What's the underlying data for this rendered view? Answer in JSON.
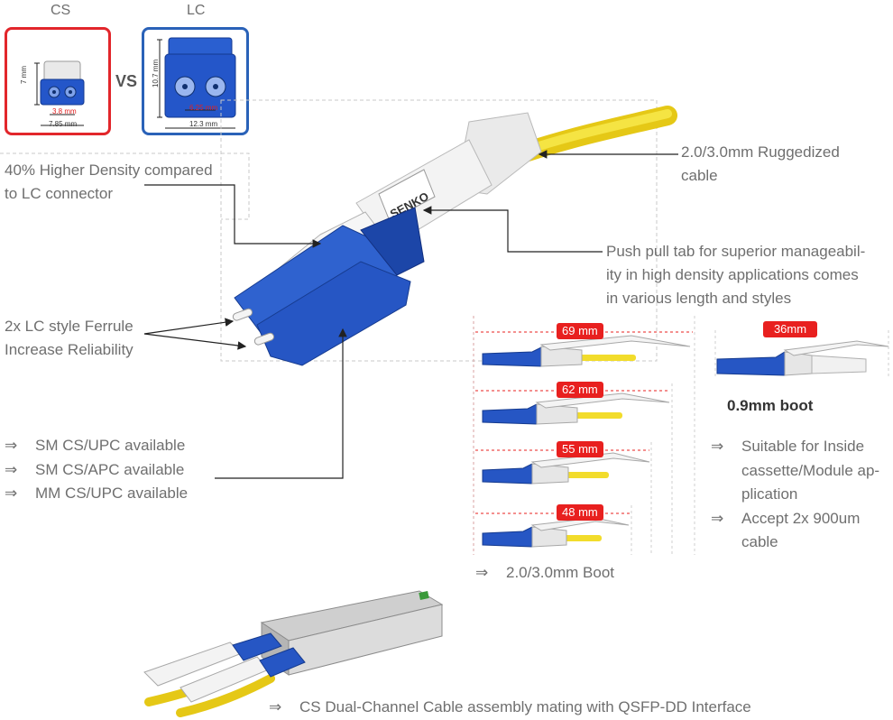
{
  "comparison": {
    "cs_title": "CS",
    "lc_title": "LC",
    "vs": "VS",
    "cs_height": "7 mm",
    "cs_inner": "3.8 mm",
    "cs_outer": "7.85 mm",
    "lc_height": "10.7 mm",
    "lc_inner": "6.25 mm",
    "lc_outer": "12.3 mm",
    "colors": {
      "cs_border": "#e2262b",
      "lc_border": "#2a62b8",
      "connector_blue": "#2456c9"
    }
  },
  "callouts": {
    "density_l1": "40% Higher Density compared",
    "density_l2": "to LC connector",
    "cable_l1": "2.0/3.0mm Ruggedized",
    "cable_l2": "cable",
    "push_l1": "Push pull tab for superior manageabil-",
    "push_l2": "ity in high density applications comes",
    "push_l3": "in various length and styles",
    "ferrule_l1": "2x LC style Ferrule",
    "ferrule_l2": "Increase Reliability"
  },
  "availability": {
    "arrow": "⇒",
    "items": [
      "SM CS/UPC available",
      "SM CS/APC available",
      "MM CS/UPC available"
    ]
  },
  "boots": {
    "lengths": [
      "69 mm",
      "62 mm",
      "55 mm",
      "48 mm"
    ],
    "caption": "2.0/3.0mm Boot",
    "pill_color": "#e8201f",
    "cable_color": "#f2dc2b"
  },
  "boot09": {
    "length": "36mm",
    "title": "0.9mm boot",
    "b1_l1": "Suitable for Inside",
    "b1_l2": "cassette/Module ap-",
    "b1_l3": "plication",
    "b2_l1": "Accept 2x 900um",
    "b2_l2": "cable"
  },
  "brand": {
    "logo_text": "SENKO"
  },
  "bottom": {
    "caption": "CS Dual-Channel Cable assembly mating with QSFP-DD Interface"
  }
}
